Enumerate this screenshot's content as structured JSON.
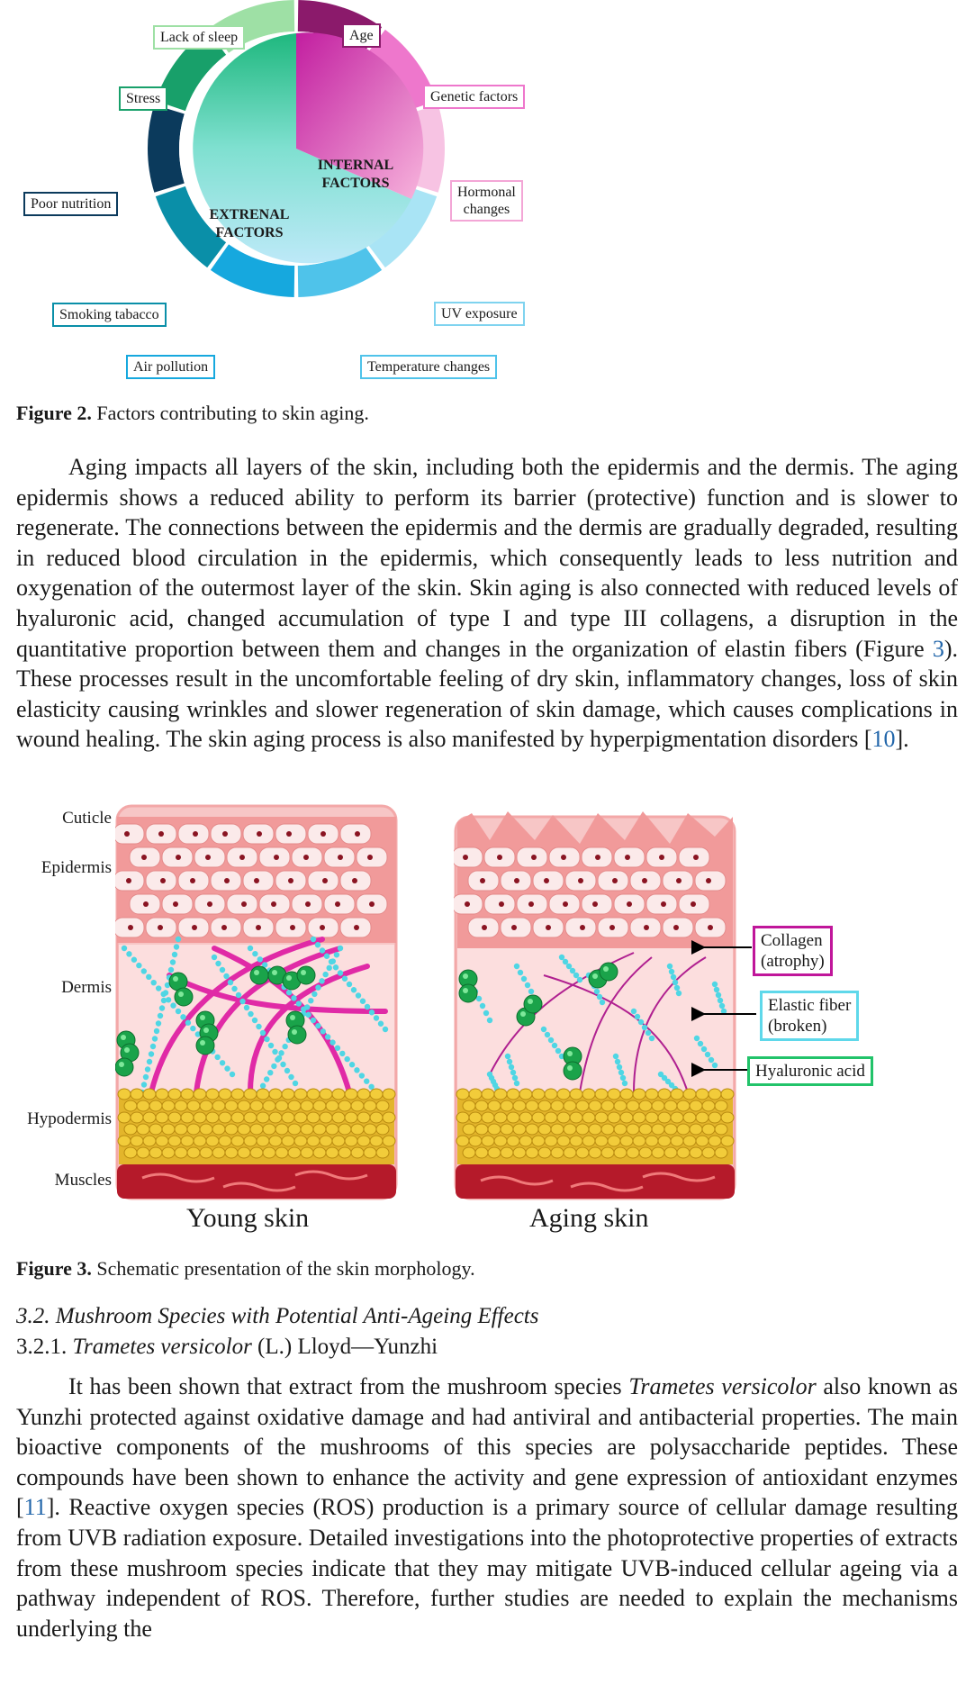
{
  "figure2": {
    "internal_label_1": "INTERNAL",
    "internal_label_2": "FACTORS",
    "external_label_1": "EXTRENAL",
    "external_label_2": "FACTORS",
    "factors": {
      "age": "Age",
      "genetic": "Genetic factors",
      "hormonal_1": "Hormonal",
      "hormonal_2": "changes",
      "uv": "UV exposure",
      "temperature": "Temperature changes",
      "air": "Air pollution",
      "smoking": "Smoking tabacco",
      "nutrition": "Poor nutrition",
      "stress": "Stress",
      "sleep": "Lack of sleep"
    },
    "caption_label": "Figure 2.",
    "caption_text": " Factors contributing to skin aging."
  },
  "para1": {
    "text_a": "Aging impacts all layers of the skin, including both the epidermis and the dermis. The aging epidermis shows a reduced ability to perform its barrier (protective) function and is slower to regenerate. The connections between the epidermis and the dermis are gradually degraded, resulting in reduced blood circulation in the epidermis, which consequently leads to less nutrition and oxygenation of the outermost layer of the skin. Skin aging is also connected with reduced levels of hyaluronic acid, changed accumulation of type I and type III collagens, a disruption in the quantitative proportion between them and changes in the organization of elastin fibers (Figure ",
    "ref_fig": "3",
    "text_b": "). These processes result in the uncomfortable feeling of dry skin, inflammatory changes, loss of skin elasticity causing wrinkles and slower regeneration of skin damage, which causes complications in wound healing. The skin aging process is also manifested by hyperpigmentation disorders [",
    "ref_cite": "10",
    "text_c": "]."
  },
  "figure3": {
    "layers": {
      "cuticle": "Cuticle",
      "epidermis": "Epidermis",
      "dermis": "Dermis",
      "hypodermis": "Hypodermis",
      "muscles": "Muscles"
    },
    "young": "Young skin",
    "aging": "Aging skin",
    "ann_collagen_1": "Collagen",
    "ann_collagen_2": "(atrophy)",
    "ann_elastic_1": "Elastic fiber",
    "ann_elastic_2": "(broken)",
    "ann_hyaluronic": "Hyaluronic acid",
    "caption_label": "Figure 3.",
    "caption_text": " Schematic presentation of the skin morphology."
  },
  "section": {
    "heading": "3.2. Mushroom Species with Potential Anti-Ageing Effects",
    "sub_num": "3.2.1. ",
    "sub_species": "Trametes versicolor",
    "sub_rest": " (L.) Lloyd—Yunzhi"
  },
  "para2": {
    "text_a": "It has been shown that extract from the mushroom species ",
    "species": "Trametes versicolor",
    "text_b": " also known as Yunzhi protected against oxidative damage and had antiviral and antibacterial properties. The main bioactive components of the mushrooms of this species are polysaccharide peptides. These compounds have been shown to enhance the activity and gene expression of antioxidant enzymes [",
    "ref_cite": "11",
    "text_c": "]. Reactive oxygen species (ROS) production is a primary source of cellular damage resulting from UVB radiation exposure. Detailed investigations into the photoprotective properties of extracts from these mushroom species indicate that they may mitigate UVB-induced cellular ageing via a pathway independent of ROS. Therefore, further studies are needed to explain the mechanisms underlying the"
  },
  "colors": {
    "age": "#8b1a6b",
    "genetic": "#ee77cc",
    "hormonal": "#f7c3e3",
    "uv": "#a9e4f5",
    "temperature": "#4fc3ea",
    "air": "#16a8de",
    "smoking": "#0a8fa8",
    "nutrition": "#0b3a5c",
    "stress": "#18a06a",
    "sleep": "#9ee0a5",
    "link": "#2266aa"
  }
}
